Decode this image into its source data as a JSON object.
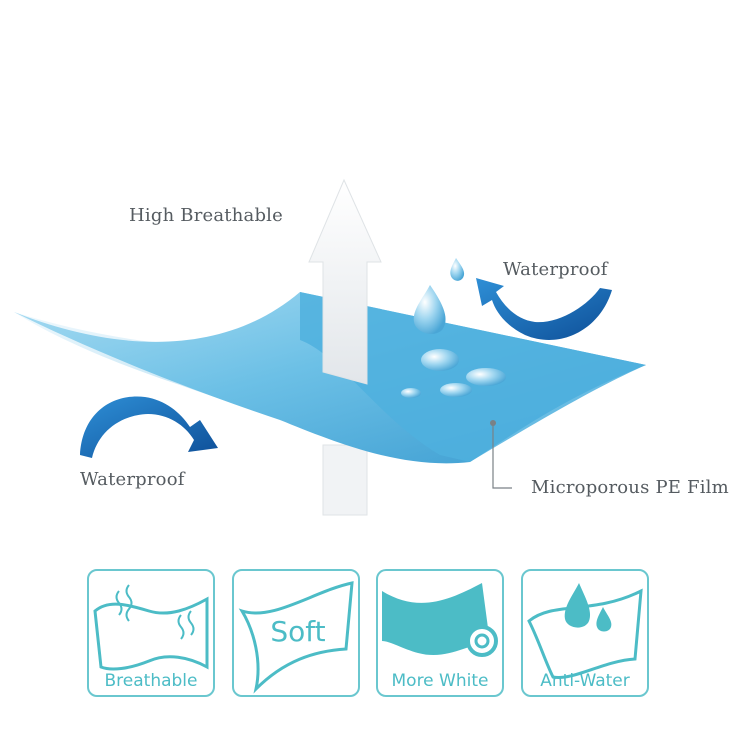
{
  "diagram": {
    "labels": {
      "high_breathable": "High Breathable",
      "waterproof_top": "Waterproof",
      "waterproof_left": "Waterproof",
      "film": "Microporous PE Film"
    }
  },
  "features": [
    {
      "label": "Breathable",
      "icon": "breathable-icon"
    },
    {
      "label": "Soft",
      "icon": "soft-icon"
    },
    {
      "label": "More White",
      "icon": "roll-icon"
    },
    {
      "label": "Anti-Water",
      "icon": "water-drop-icon"
    }
  ],
  "colors": {
    "film_light": "#8fd0ec",
    "film_dark": "#3a9bd0",
    "arrow_blue": "#1a6fb5",
    "badge_accent": "#4cbcc6",
    "label_text": "#555b60"
  }
}
